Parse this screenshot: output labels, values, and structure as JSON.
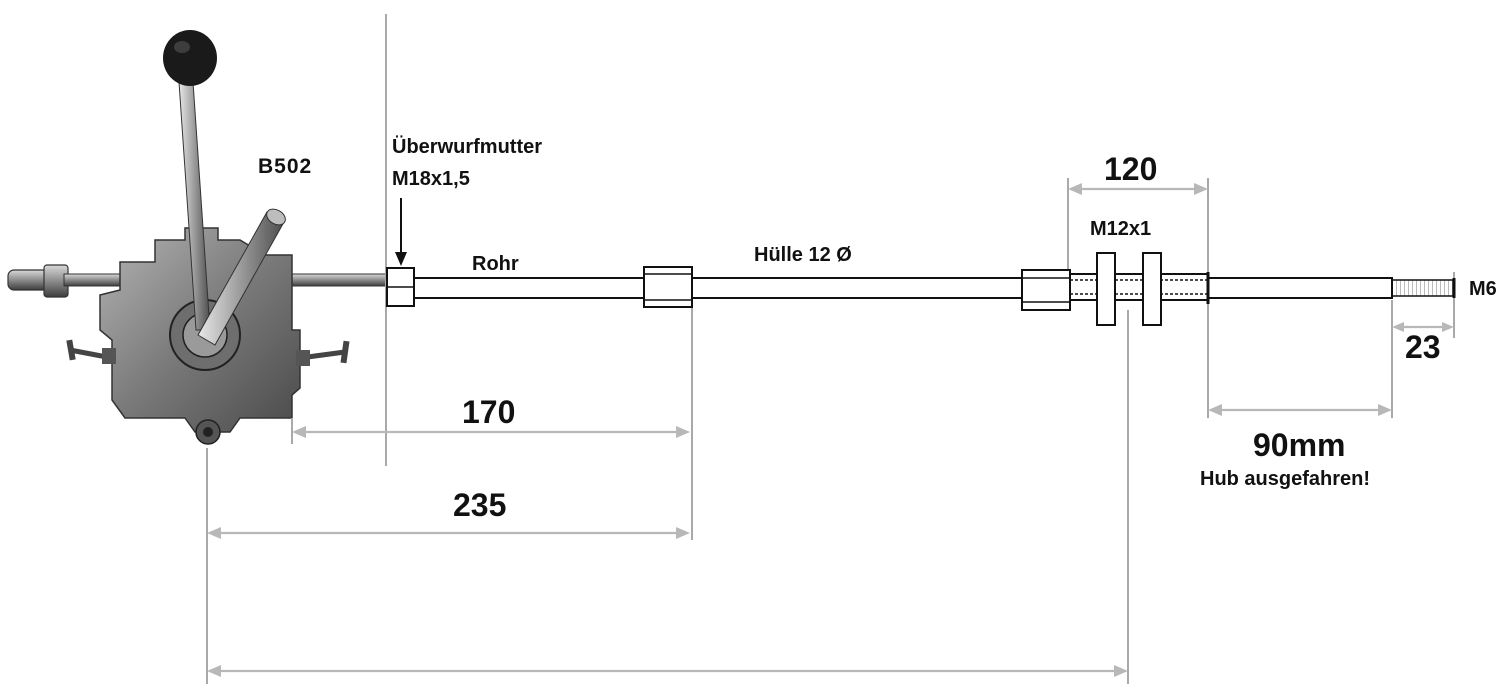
{
  "labels": {
    "valve_model": "B502",
    "union_nut_line1": "Überwurfmutter",
    "union_nut_line2": "M18x1,5",
    "tube": "Rohr",
    "sleeve": "Hülle 12 Ø",
    "thread_mount": "M12x1",
    "end_thread": "M6",
    "stroke_note": "Hub ausgefahren!"
  },
  "dimensions": {
    "d120": "120",
    "d170": "170",
    "d235": "235",
    "d90": "90mm",
    "d23": "23"
  },
  "colors": {
    "dimension_line": "#b8b8b8",
    "outline": "#111111",
    "valve_body": "#8a8a8a",
    "knob": "#1a1a1a"
  }
}
